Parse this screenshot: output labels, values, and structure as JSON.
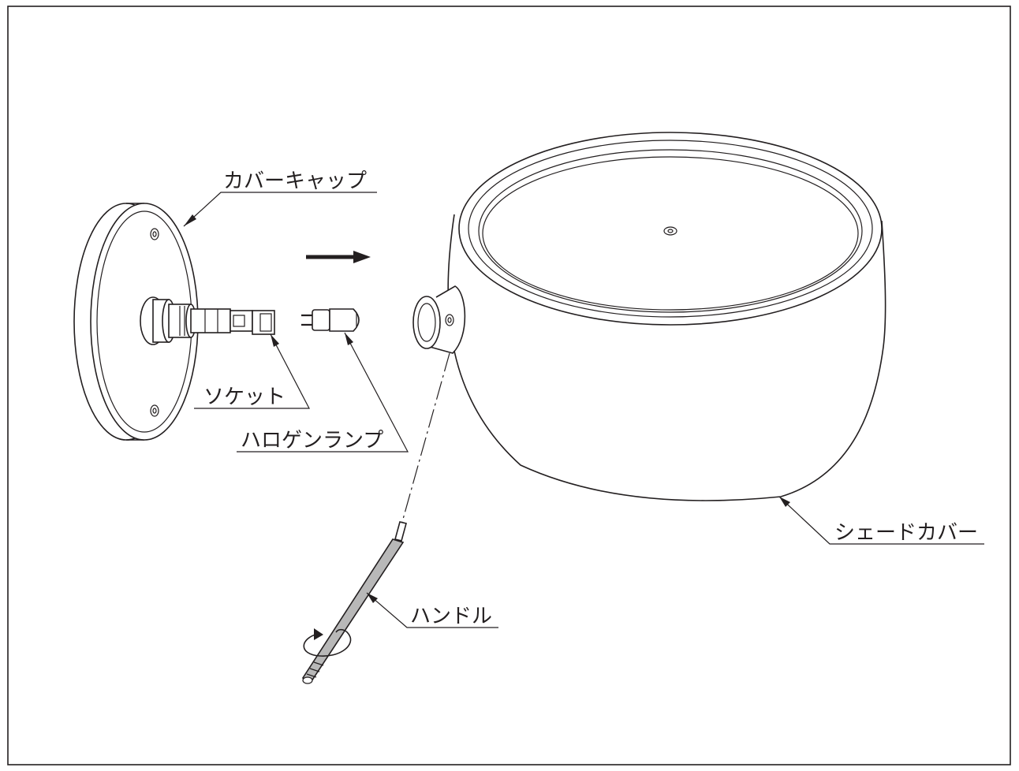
{
  "labels": {
    "cover_cap": "カバーキャップ",
    "socket": "ソケット",
    "halogen_lamp": "ハロゲンランプ",
    "shade_cover": "シェードカバー",
    "handle": "ハンドル"
  },
  "colors": {
    "line": "#231f20",
    "background": "#ffffff",
    "handle_fill": "#b8b8b8"
  },
  "icons": {
    "direction_arrow": "arrow-right-icon",
    "rotation_arrow": "rotate-arrow-icon"
  }
}
